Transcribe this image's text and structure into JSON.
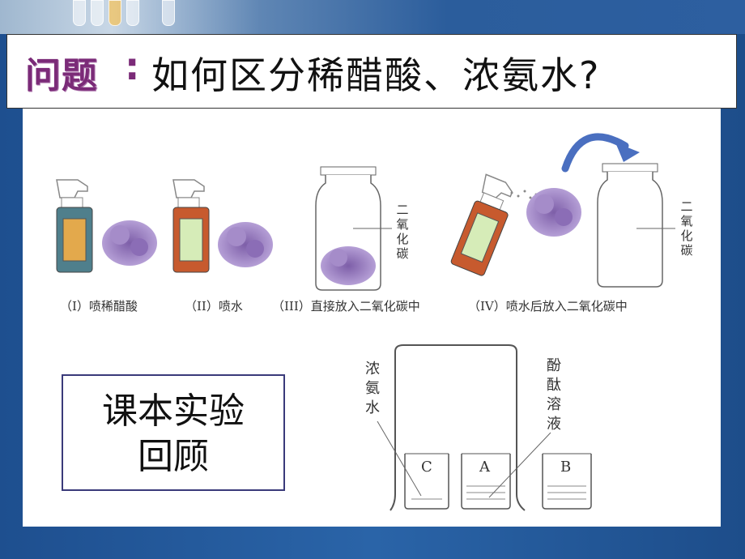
{
  "slide": {
    "title_prefix": "问题",
    "title_colon": ":",
    "title_text": "如何区分稀醋酸、浓氨水?"
  },
  "experiment1": {
    "captions": [
      "（I）喷稀醋酸",
      "（II）喷水",
      "（III）直接放入二氧化碳中",
      "（IV）喷水后放入二氧化碳中"
    ],
    "gas_label_1": "二氧化碳",
    "gas_label_2": "二氧化碳"
  },
  "review": {
    "line1": "课本实验",
    "line2": "回顾"
  },
  "experiment2": {
    "label_ammonia": "浓氨水",
    "label_phenol": "酚酞溶液",
    "beaker_c": "C",
    "beaker_a": "A",
    "beaker_b": "B"
  },
  "colors": {
    "frame": "#2a64a8",
    "title_prefix": "#7b2b78",
    "flower": "#9a7cc0",
    "arrow": "#4a6fc0"
  }
}
